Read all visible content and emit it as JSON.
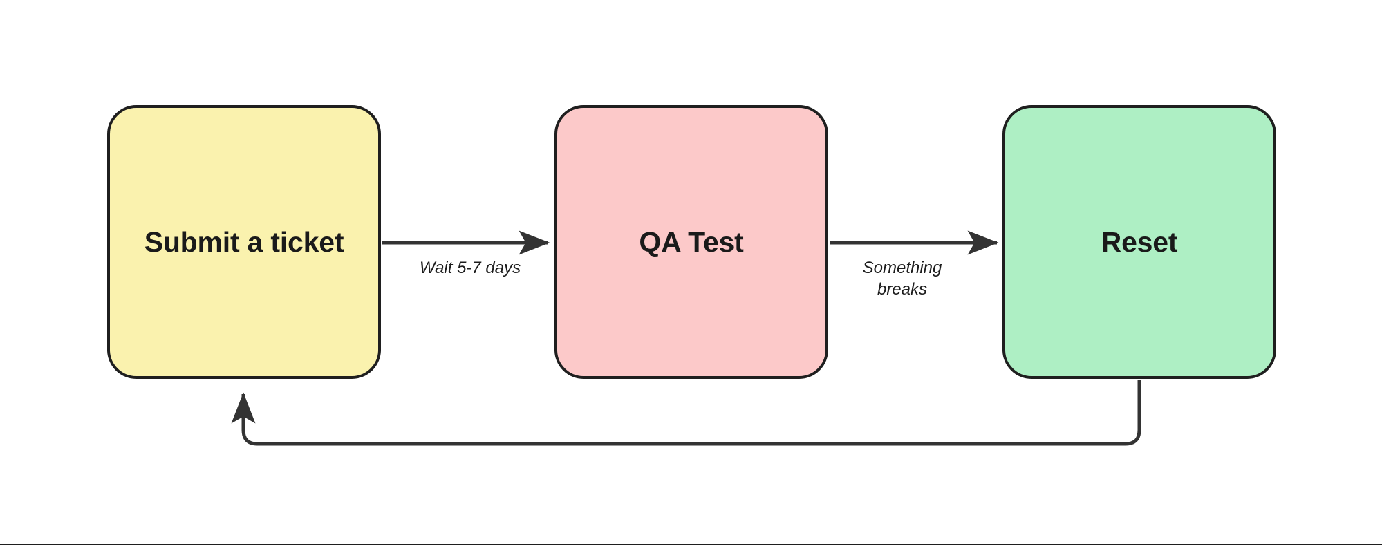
{
  "diagram": {
    "type": "flowchart",
    "direction": "left-to-right",
    "background_color": "#ffffff",
    "stroke_color": "#1f1f1f",
    "nodes": [
      {
        "id": "submit",
        "label": "Submit a ticket",
        "fill_color": "#faf2ae",
        "border_color": "#1f1f1f",
        "shape": "rounded-rectangle"
      },
      {
        "id": "qa",
        "label": "QA Test",
        "fill_color": "#fcc9c9",
        "border_color": "#1f1f1f",
        "shape": "rounded-rectangle"
      },
      {
        "id": "reset",
        "label": "Reset",
        "fill_color": "#aeefc4",
        "border_color": "#1f1f1f",
        "shape": "rounded-rectangle"
      }
    ],
    "edges": [
      {
        "id": "edge-submit-qa",
        "from": "submit",
        "to": "qa",
        "label": "Wait 5-7 days",
        "style": "solid-arrow"
      },
      {
        "id": "edge-qa-reset",
        "from": "qa",
        "to": "reset",
        "label": "Something\nbreaks",
        "style": "solid-arrow"
      },
      {
        "id": "edge-reset-submit",
        "from": "reset",
        "to": "submit",
        "label": "",
        "style": "solid-arrow-loop-back"
      }
    ]
  },
  "footer": {
    "divider": ""
  }
}
